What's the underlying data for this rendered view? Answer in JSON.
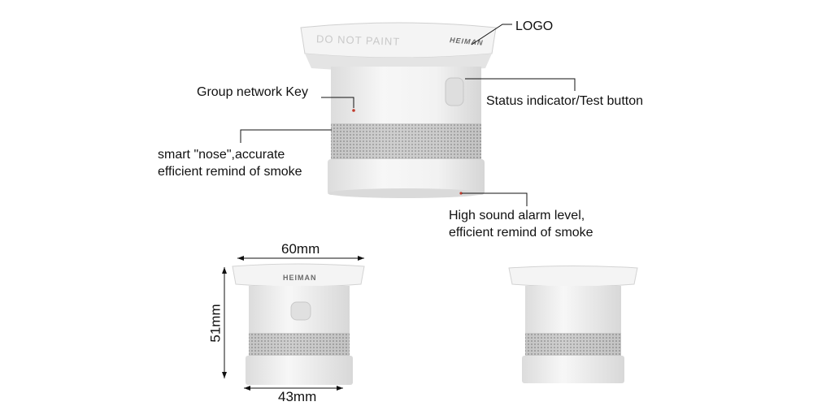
{
  "callouts": {
    "logo": "LOGO",
    "group_key": "Group network Key",
    "status": "Status indicator/Test button",
    "nose": "smart  \"nose\",accurate\nefficient remind of smoke",
    "alarm": "High sound alarm level,\nefficient remind of smoke"
  },
  "device": {
    "top_text": "DO NOT PAINT",
    "brand": "HEIMAN"
  },
  "dimensions": {
    "width_top": "60mm",
    "height": "51mm",
    "width_bottom": "43mm"
  },
  "colors": {
    "body": "#efefef",
    "mesh": "#9a9a9a",
    "line": "#111111",
    "indicator_red": "#c0392b"
  }
}
